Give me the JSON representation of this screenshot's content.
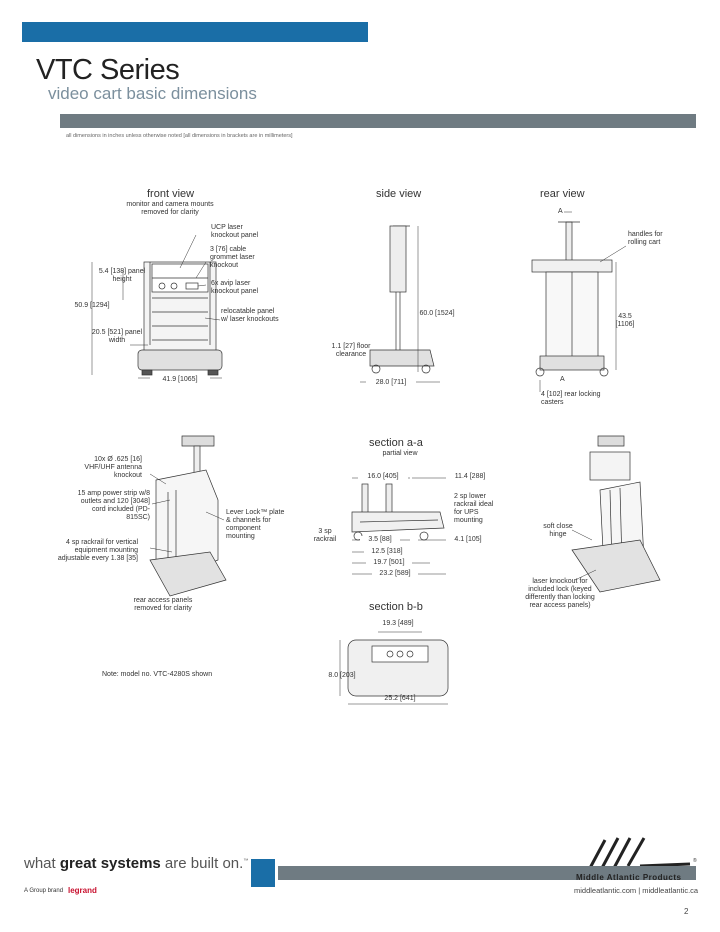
{
  "header": {
    "title": "VTC Series",
    "subtitle": "video cart basic dimensions",
    "note": "all dimensions in inches unless otherwise noted [all dimensions in brackets are in millimeters]"
  },
  "front_view": {
    "title": "front view",
    "caption": "monitor and camera mounts removed for clarity",
    "labels": {
      "ucp": "UCP laser knockout panel",
      "grommet": "3 [76] cable grommet laser knockout",
      "panel_height": "5.4 [138] panel height",
      "avip": "6x avip laser knockout panel",
      "height": "50.9 [1294]",
      "relocatable": "relocatable panel w/ laser knockouts",
      "panel_width": "20.5 [521] panel width",
      "width": "41.9 [1065]"
    }
  },
  "side_view": {
    "title": "side view",
    "labels": {
      "height": "60.0 [1524]",
      "floor": "1.1 [27] floor clearance",
      "depth": "28.0 [711]"
    }
  },
  "rear_view": {
    "title": "rear view",
    "labels": {
      "a_top": "A",
      "handles": "handles for rolling cart",
      "height": "43.5 [1106]",
      "a_bottom": "A",
      "casters": "4 [102] rear locking casters"
    }
  },
  "iso_left": {
    "labels": {
      "antenna": "10x Ø .625 [16] VHF/UHF antenna knockout",
      "power": "15 amp power strip w/8 outlets and 120 [3048] cord included (PD-815SC)",
      "lever": "Lever Lock™ plate & channels for component mounting",
      "rackrail": "4 sp rackrail for vertical equipment mounting adjustable every 1.38 [35]",
      "rear_access": "rear access panels removed for clarity",
      "model_note": "Note: model no. VTC-4280S shown"
    }
  },
  "section_aa": {
    "title": "section  a-a",
    "subtitle": "partial view",
    "labels": {
      "d16": "16.0 [405]",
      "d11": "11.4 [288]",
      "lower": "2 sp lower rackrail ideal for UPS mounting",
      "rack3": "3 sp rackrail",
      "d35": "3.5 [88]",
      "d41": "4.1 [105]",
      "d125": "12.5 [318]",
      "d197": "19.7 [501]",
      "d232": "23.2 [589]"
    }
  },
  "section_bb": {
    "title": "section  b-b",
    "labels": {
      "d193": "19.3 [489]",
      "d8": "8.0 [203]",
      "d252": "25.2 [641]"
    }
  },
  "iso_right": {
    "labels": {
      "hinge": "soft close hinge",
      "laser": "laser knockout for included lock (keyed differently than locking rear access panels)"
    }
  },
  "footer": {
    "tag_what": "what ",
    "tag_great": "great systems",
    "tag_rest": " are built on.",
    "tag_tm": "™",
    "group_brand": "A Group brand",
    "legrand": "legrand",
    "brand": "Middle Atlantic Products",
    "brand_mark": "®",
    "urls": "middleatlantic.com  |  middleatlantic.ca",
    "page": "2"
  },
  "colors": {
    "accent_blue": "#1a6ea7",
    "bar_gray": "#6f7b82"
  }
}
